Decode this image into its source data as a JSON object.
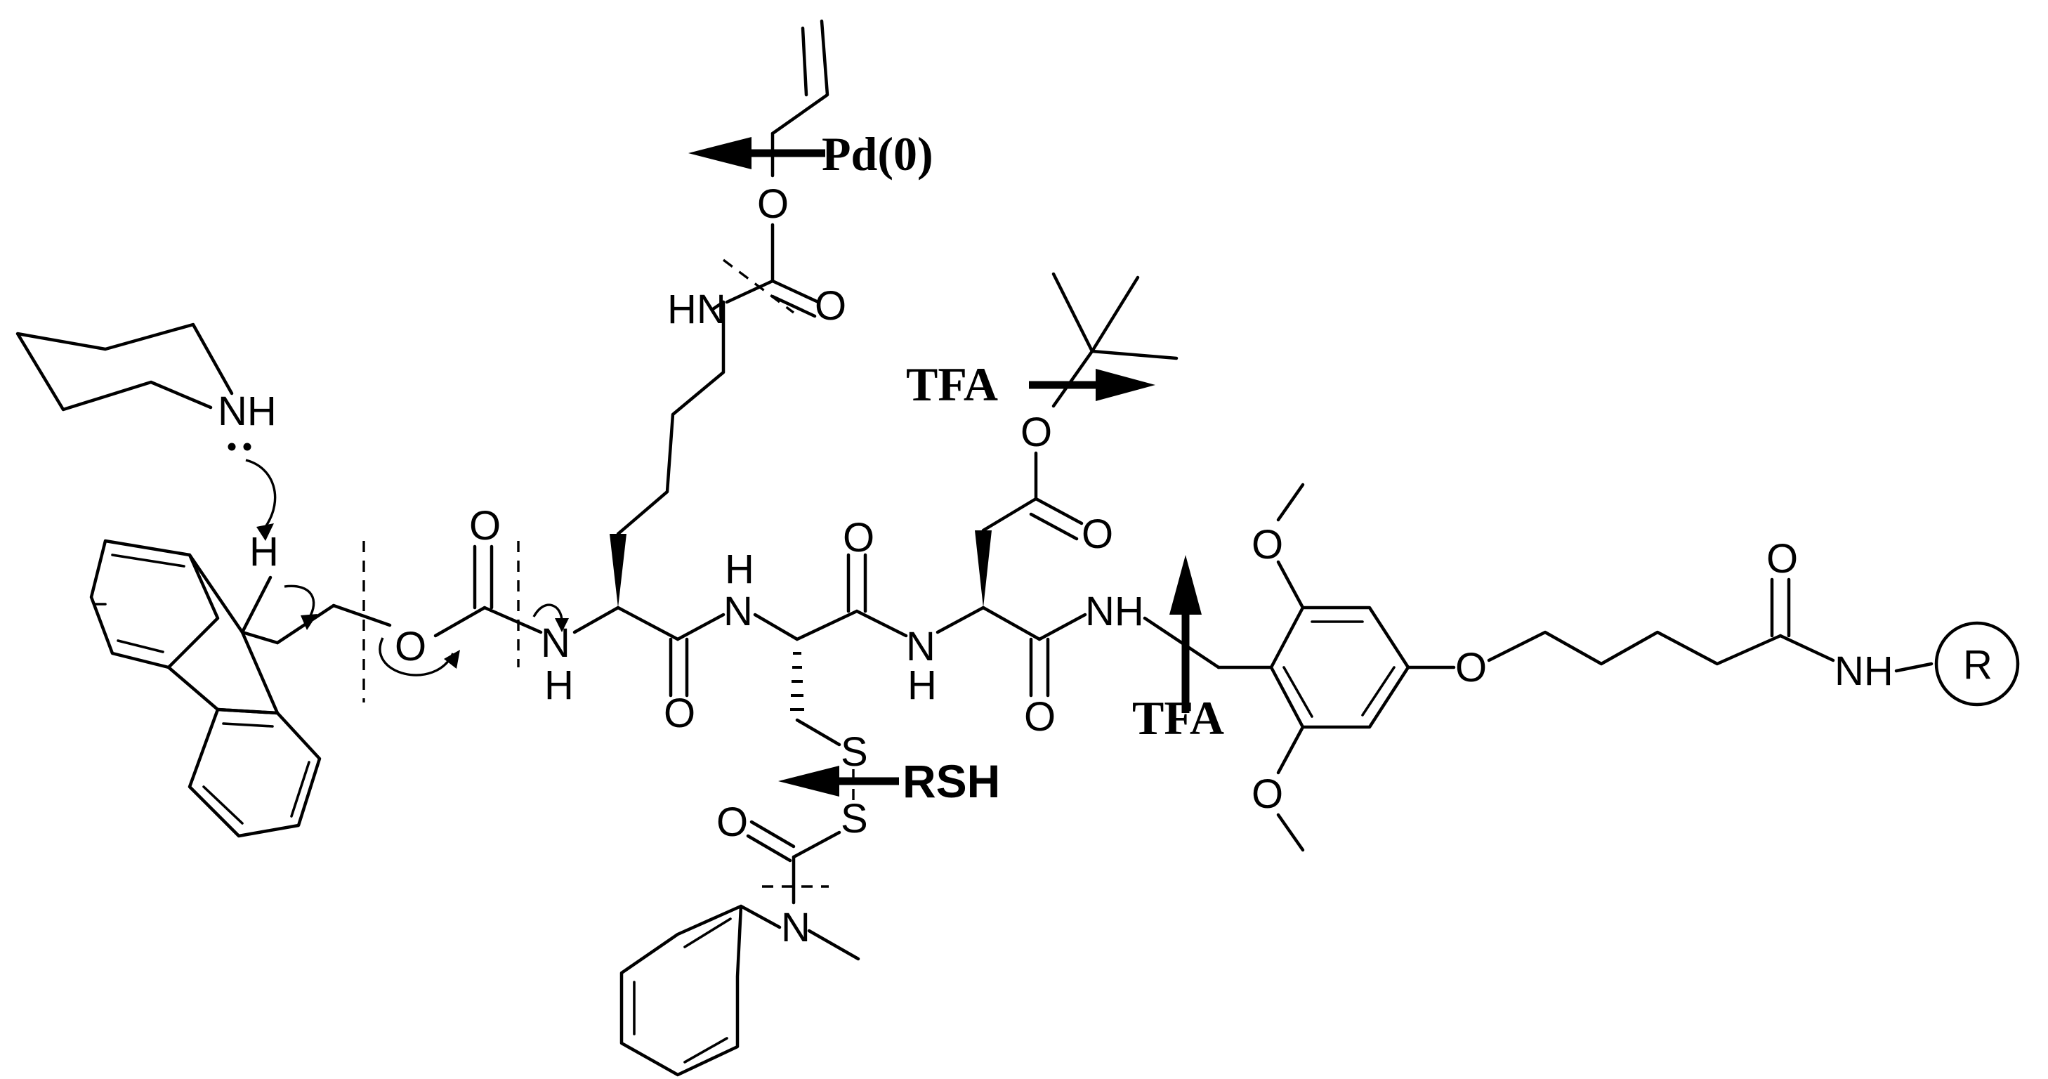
{
  "diagram": {
    "atoms": {
      "piperidine_nh": "NH",
      "fmoc_h": "H",
      "fmoc_o": "O",
      "carbamate_o_dbl": "O",
      "lys_n": "N",
      "lys_nh_h": "H",
      "lys_side_hn": "HN",
      "alloc_o_dbl": "O",
      "alloc_o": "O",
      "lys_co_o": "O",
      "cys_n": "N",
      "cys_nh_h": "H",
      "cys_co_o": "O",
      "cys_s1": "S",
      "cys_s2": "S",
      "thiocarb_o": "O",
      "thiocarb_n": "N",
      "asp_n": "N",
      "asp_nh_h": "H",
      "asp_ester_o": "O",
      "asp_ester_o_dbl": "O",
      "asp_co_o": "O",
      "amide_nh": "NH",
      "ome_top_o": "O",
      "ome_bottom_o": "O",
      "ether_o": "O",
      "linker_co_o": "O",
      "linker_nh": "NH",
      "resin_r": "R"
    },
    "reagents": {
      "pd": "Pd(0)",
      "tfa_ester": "TFA",
      "tfa_linker": "TFA",
      "rsh": "RSH"
    }
  }
}
